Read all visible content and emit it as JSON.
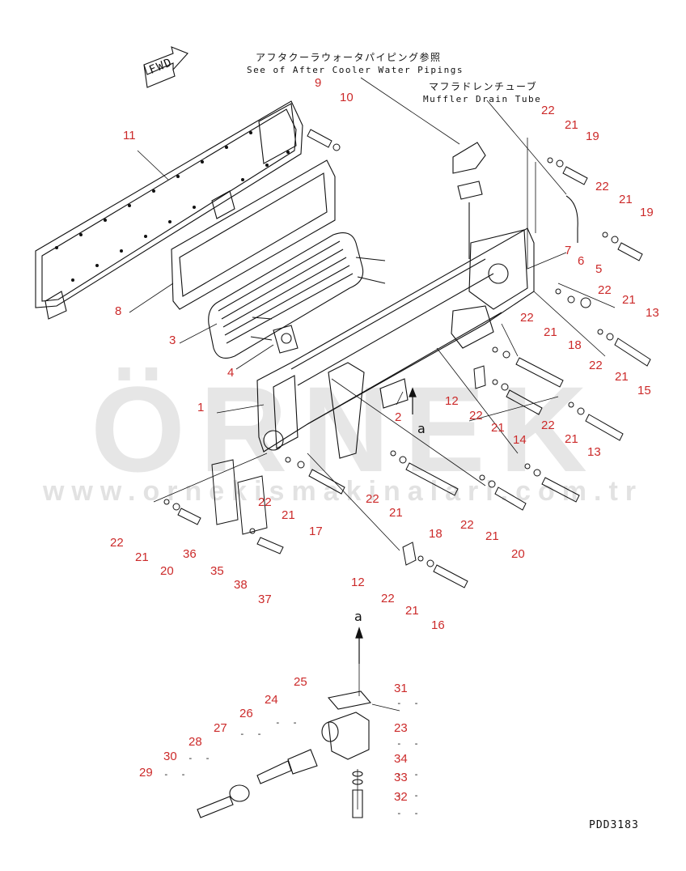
{
  "watermark": {
    "brand": "ÖRNEK",
    "url": "www.ornekismakinalari.com.tr"
  },
  "fwd_label": "FWD",
  "notes": {
    "aftercooler_jp": "アフタクーラウォータパイピング参照",
    "aftercooler_en": "See of After Cooler Water Pipings",
    "muffler_jp": "マフラドレンチューブ",
    "muffler_en": "Muffler Drain Tube"
  },
  "view_marker": "a",
  "view_marker_detail": "a",
  "drawing_code": "PDD3183",
  "part_callouts": [
    "9",
    "10",
    "11",
    "8",
    "3",
    "4",
    "1",
    "2",
    "22",
    "21",
    "19",
    "22",
    "21",
    "19",
    "7",
    "6",
    "5",
    "22",
    "21",
    "13",
    "22",
    "21",
    "18",
    "12",
    "22",
    "21",
    "14",
    "22",
    "21",
    "15",
    "22",
    "21",
    "13",
    "22",
    "21",
    "17",
    "22",
    "21",
    "18",
    "22",
    "21",
    "20",
    "22",
    "21",
    "20",
    "36",
    "35",
    "38",
    "37",
    "12",
    "22",
    "21",
    "16",
    "25",
    "24",
    "26",
    "27",
    "28",
    "30",
    "29",
    "31",
    "23",
    "34",
    "33",
    "32"
  ],
  "dash_marks": [
    "- -",
    "- -",
    "- -",
    "- -",
    "- -",
    "- -",
    "- -",
    "- -",
    "- -"
  ]
}
